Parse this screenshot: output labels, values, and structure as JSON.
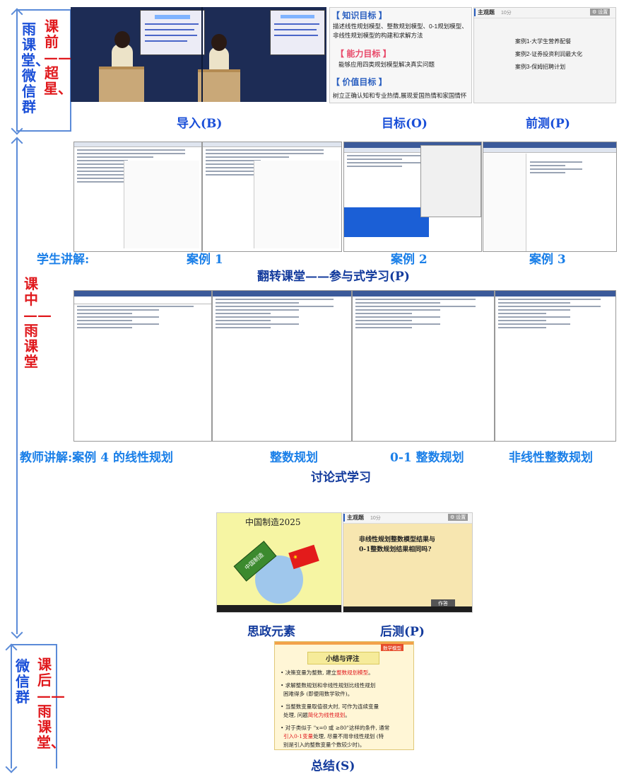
{
  "side": {
    "pre_vertical_red": "课前——超星、",
    "pre_vertical_blue": "雨课堂、微信群",
    "mid_vertical_red": "课中——雨课堂",
    "post_vertical_red": "课后——雨课堂、",
    "post_vertical_blue": "微信群"
  },
  "row1": {
    "cap_import": "导入(B)",
    "cap_goal": "目标(O)",
    "cap_pretest": "前测(P)",
    "goals": {
      "knowledge_title": "【 知识目标 】",
      "knowledge_text_1": "描述线性规划模型、整数规划模型、0-1规划模型、",
      "knowledge_text_2": "非线性规划模型的构建和求解方法",
      "ability_title": "【 能力目标 】",
      "ability_text": "能够应用四类规划模型解决真实问题",
      "value_title": "【 价值目标 】",
      "value_text": "树立正确认知和专业热情,展现爱国热情和家国情怀"
    },
    "pretest": {
      "header": "主观题",
      "score": "10分",
      "settings": "⚙ 设置",
      "case1": "案例1-大学生营养配餐",
      "case2": "案例2-证券投资利润最大化",
      "case3": "案例3-保姆招聘计划"
    }
  },
  "row2": {
    "cap_student": "学生讲解:",
    "cap_case1": "案例 1",
    "cap_case2": "案例 2",
    "cap_case3": "案例 3",
    "cap_flip": "翻转课堂——参与式学习(P)"
  },
  "row3": {
    "cap_teacher": "教师讲解:案例 4 的线性规划",
    "cap_integer": "整数规划",
    "cap_01": "0-1 整数规划",
    "cap_nonlinear": "非线性整数规划",
    "cap_discuss": "讨论式学习"
  },
  "row4": {
    "china_title": "中国制造2025",
    "sign_text": "中国制造",
    "posttest_header": "主观题",
    "posttest_score": "10分",
    "posttest_settings": "⚙ 设置",
    "posttest_q1": "非线性规划整数模型结果与",
    "posttest_q2": "0-1整数规划结果相同吗?",
    "posttest_btn": "作答",
    "cap_ideology": "思政元素",
    "cap_posttest": "后测(P)"
  },
  "row5": {
    "badge": "数学模型",
    "title": "小结与评注",
    "b1_pre": "• 决策变量为整数, 建立",
    "b1_hl": "整数规划模型",
    "b1_post": "。",
    "b2a": "• 求解整数规划和非线性规划比线性规划",
    "b2b": "困难得多 (即便用数学软件)。",
    "b3a": "• 当整数变量取值很大时, 可作为连续变量",
    "b3b_pre": "处理, 问题",
    "b3b_hl": "简化为线性规划",
    "b3b_post": "。",
    "b4a": "• 对于类似于 \"x=0 或 ≥80\"这样的条件, 通常",
    "b4b_hl": "引入0-1变量",
    "b4b_post": "处理, 尽量不用非线性规划 (特",
    "b4c": "别是引入的整数变量个数较少时)。",
    "cap_summary": "总结(S)"
  }
}
